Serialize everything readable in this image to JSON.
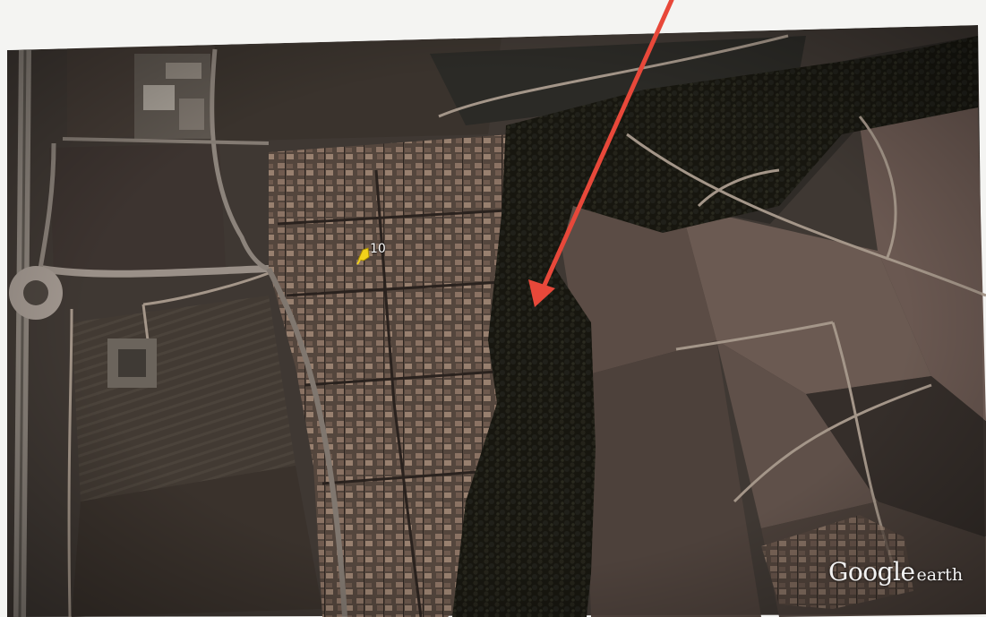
{
  "map": {
    "type": "satellite-aerial",
    "marker": {
      "label": "10",
      "icon": "yellow-pushpin-icon",
      "color": "#f2d21b"
    },
    "annotation": {
      "type": "arrow",
      "color": "#e8483a"
    },
    "watermark": {
      "brand": "Google",
      "product": "earth"
    }
  }
}
